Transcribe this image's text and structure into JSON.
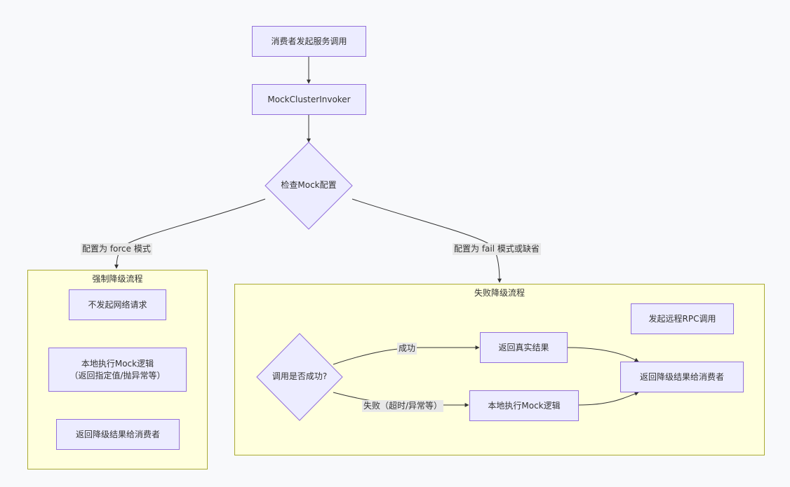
{
  "nodes": {
    "consumer": "消费者发起服务调用",
    "invoker": "MockClusterInvoker",
    "check": "检查Mock配置",
    "force_no_request": "不发起网络请求",
    "force_local_mock": "本地执行Mock逻辑\n（返回指定值/抛异常等）",
    "force_return": "返回降级结果给消费者",
    "fail_remote": "发起远程RPC调用",
    "fail_decision": "调用是否成功?",
    "fail_real": "返回真实结果",
    "fail_local_mock": "本地执行Mock逻辑",
    "fail_return": "返回降级结果给消费者"
  },
  "clusters": {
    "force": "强制降级流程",
    "fail": "失败降级流程"
  },
  "edges": {
    "force_mode": "配置为 force 模式",
    "fail_mode": "配置为 fail 模式或缺省",
    "success": "成功",
    "failure": "失败（超时/异常等）"
  },
  "colors": {
    "node_fill": "#ececff",
    "node_stroke": "#9370db",
    "cluster_fill": "#ffffde",
    "cluster_stroke": "#aaaa33",
    "edge": "#333333",
    "label_bg": "#e8e8e8"
  }
}
